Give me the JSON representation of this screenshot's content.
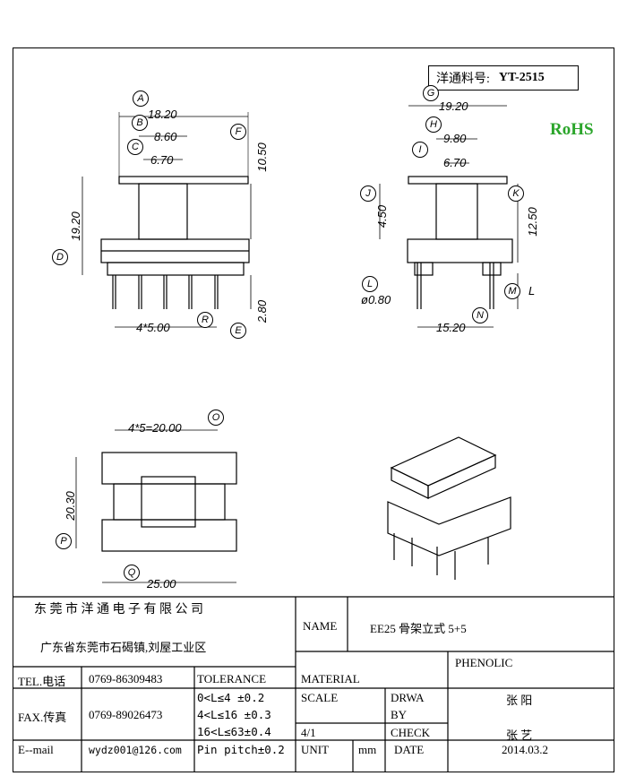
{
  "part_number": {
    "label": "洋通料号:",
    "value": "YT-2515"
  },
  "rohs": "RoHS",
  "drawing": {
    "front_view": {
      "A": "18.20",
      "B": "8.60",
      "C": "6.70",
      "D": "19.20",
      "F": "10.50",
      "E": "2.80",
      "R": "4*5.00",
      "letters": [
        "A",
        "B",
        "C",
        "D",
        "F",
        "E",
        "R"
      ]
    },
    "side_view": {
      "G": "19.20",
      "H": "9.80",
      "I": "6.70",
      "J": "4.50",
      "K": "12.50",
      "L": "ø0.80",
      "N": "15.20",
      "M": "L",
      "letters": [
        "G",
        "H",
        "I",
        "J",
        "K",
        "L",
        "M",
        "N"
      ]
    },
    "bottom_view": {
      "O": "4*5=20.00",
      "P": "20.30",
      "Q": "25.00",
      "letters": [
        "O",
        "P",
        "Q"
      ]
    }
  },
  "title_block": {
    "company": "东 莞 市 洋 通 电 子 有 限 公 司",
    "address": "广东省东莞市石碣镇,刘屋工业区",
    "name_label": "NAME",
    "name_value": "EE25 骨架立式 5+5",
    "tel_label": "TEL.电话",
    "tel_value": "0769-86309483",
    "fax_label": "FAX.传真",
    "fax_value": "0769-89026473",
    "email_label": "E--mail",
    "email_value": "wydz001@126.com",
    "tolerance_label": "TOLERANCE",
    "tol_1": "0<L≤4  ±0.2",
    "tol_2": "4<L≤16 ±0.3",
    "tol_3": "16<L≤63±0.4",
    "tol_4": "Pin pitch±0.2",
    "material_label": "MATERIAL",
    "material_value": "PHENOLIC",
    "scale_label": "SCALE",
    "scale_value": "4/1",
    "drawn_label_1": "DRWA",
    "drawn_label_2": "BY",
    "drawn_value": "张 阳",
    "check_label": "CHECK",
    "check_value": "张 艺",
    "unit_label": "UNIT",
    "unit_value": "mm",
    "date_label": "DATE",
    "date_value": "2014.03.2"
  }
}
